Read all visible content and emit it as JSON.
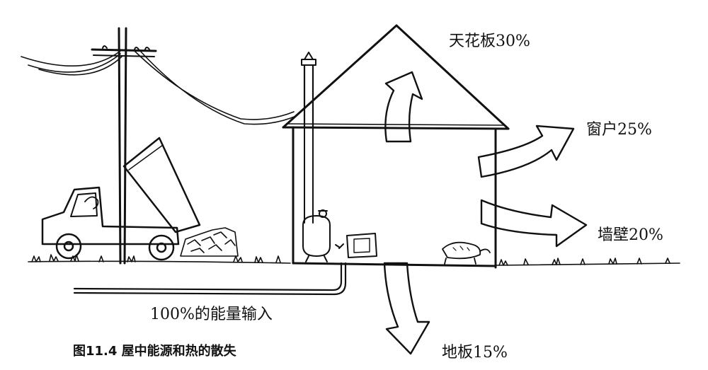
{
  "labels": {
    "ceiling": "天花板30%",
    "windows": "窗户25%",
    "walls": "墙壁20%",
    "floor": "地板15%",
    "input": "100%的能量输入"
  },
  "caption": "图11.4 屋中能源和热的散失",
  "heat_loss": [
    {
      "part": "天花板",
      "percent": 30
    },
    {
      "part": "窗户",
      "percent": 25
    },
    {
      "part": "墙壁",
      "percent": 20
    },
    {
      "part": "地板",
      "percent": 15
    }
  ],
  "energy_input_percent": 100,
  "colors": {
    "ink": "#111111",
    "paper": "#ffffff"
  }
}
